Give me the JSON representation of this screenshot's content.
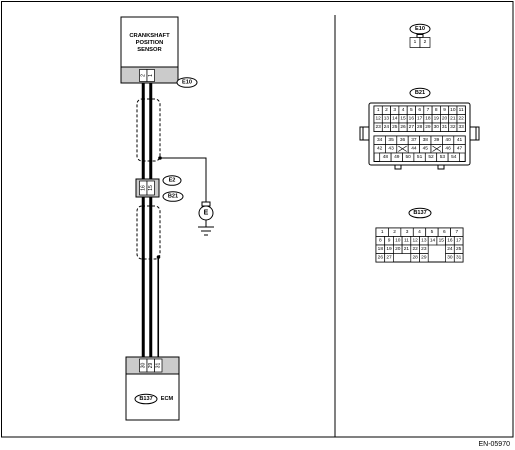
{
  "figure_code": "EN-05970",
  "sensor": {
    "name_lines": [
      "CRANKSHAFT",
      "POSITION",
      "SENSOR"
    ],
    "connector_label": "E10",
    "pins": [
      "2",
      "1"
    ]
  },
  "junction": {
    "upper_connector_label": "E2",
    "lower_connector_label": "B21",
    "pins": [
      "16",
      "15"
    ]
  },
  "ground": {
    "label": "E"
  },
  "ecm": {
    "connector_label": "B137",
    "name": "ECM",
    "pins": [
      "30",
      "29",
      "31"
    ]
  },
  "connector_faces": {
    "e10": {
      "label": "E10",
      "pins": [
        "1",
        "2"
      ]
    },
    "b21": {
      "label": "B21",
      "upper_rows": [
        [
          "1",
          "2",
          "3",
          "4",
          "5",
          "6",
          "7",
          "8",
          "9",
          "10",
          "11"
        ],
        [
          "12",
          "13",
          "14",
          "15",
          "16",
          "17",
          "18",
          "19",
          "20",
          "21",
          "22"
        ],
        [
          "23",
          "24",
          "25",
          "26",
          "27",
          "28",
          "29",
          "30",
          "31",
          "32",
          "33"
        ]
      ],
      "lower_rows": [
        [
          "34",
          "35",
          "36",
          "37",
          "38",
          "39",
          "40",
          "41"
        ],
        [
          "42",
          "43",
          null,
          "44",
          "45",
          null,
          "46",
          "47"
        ],
        [
          "48",
          "49",
          "50",
          "51",
          "52",
          "53",
          "54"
        ]
      ]
    },
    "b137": {
      "label": "B137",
      "rows": [
        [
          "1",
          "2",
          "3",
          "4",
          "5",
          "6",
          "7"
        ],
        [
          "8",
          "9",
          "10",
          "11",
          "12",
          "13",
          "14",
          "15",
          "16",
          "17"
        ],
        [
          "18",
          "19",
          "20",
          "21",
          "22",
          "23",
          null,
          null,
          "24",
          "25"
        ],
        [
          "26",
          "27",
          null,
          null,
          "28",
          "29",
          null,
          null,
          "30",
          "31"
        ]
      ]
    }
  }
}
